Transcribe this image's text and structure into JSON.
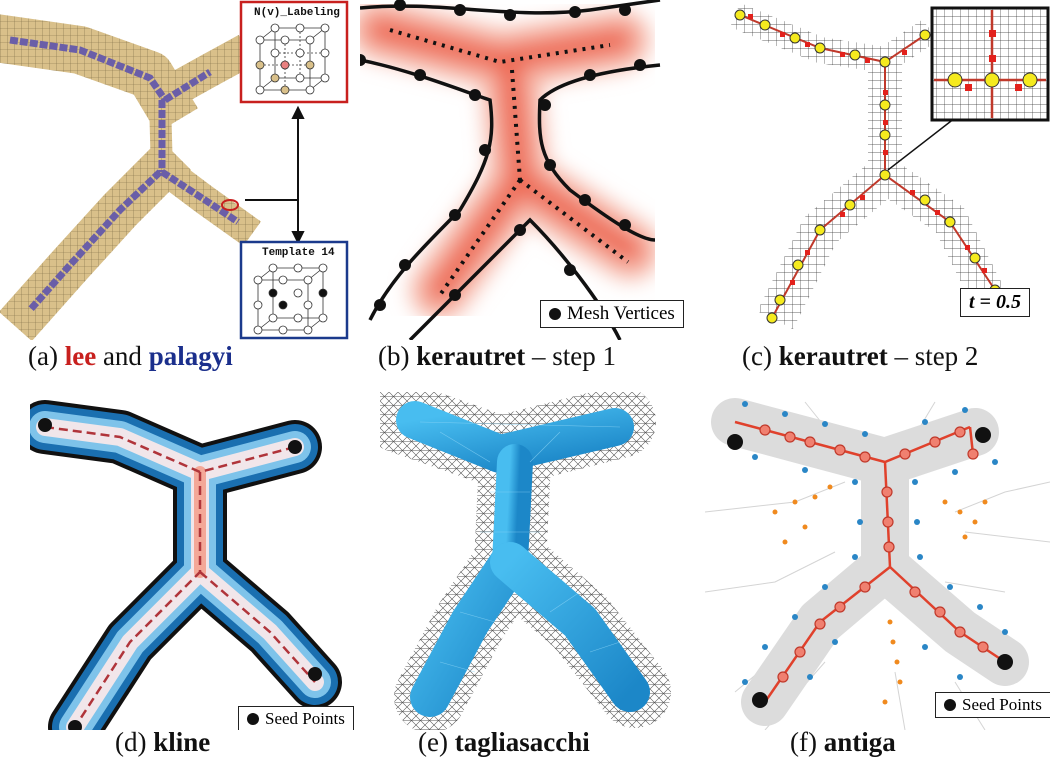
{
  "panels": {
    "a": {
      "caption_prefix": "(a)",
      "caption_name1": "lee",
      "caption_and": "and",
      "caption_name2": "palagyi",
      "inset_top_label": "N(v)_Labeling",
      "inset_bottom_label": "Template 14"
    },
    "b": {
      "caption_prefix": "(b)",
      "caption_name": "kerautret",
      "caption_suffix": "– step 1",
      "legend": "Mesh Vertices"
    },
    "c": {
      "caption_prefix": "(c)",
      "caption_name": "kerautret",
      "caption_suffix": "– step 2",
      "legend": "t = 0.5"
    },
    "d": {
      "caption_prefix": "(d)",
      "caption_name": "kline",
      "legend": "Seed Points"
    },
    "e": {
      "caption_prefix": "(e)",
      "caption_name": "tagliasacchi"
    },
    "f": {
      "caption_prefix": "(f)",
      "caption_name": "antiga",
      "legend": "Seed Points"
    }
  },
  "colors": {
    "voxel_tan": "#d9c08a",
    "voxel_purple": "#6a5ea8",
    "heat_red": "#e8352e",
    "tube_blue": "#2aa3dd",
    "skeleton_red": "#e0412c",
    "point_blue": "#2a86c6",
    "point_orange": "#f08a1e",
    "inset_red_border": "#c8201e",
    "inset_blue_border": "#1b3a8c"
  }
}
